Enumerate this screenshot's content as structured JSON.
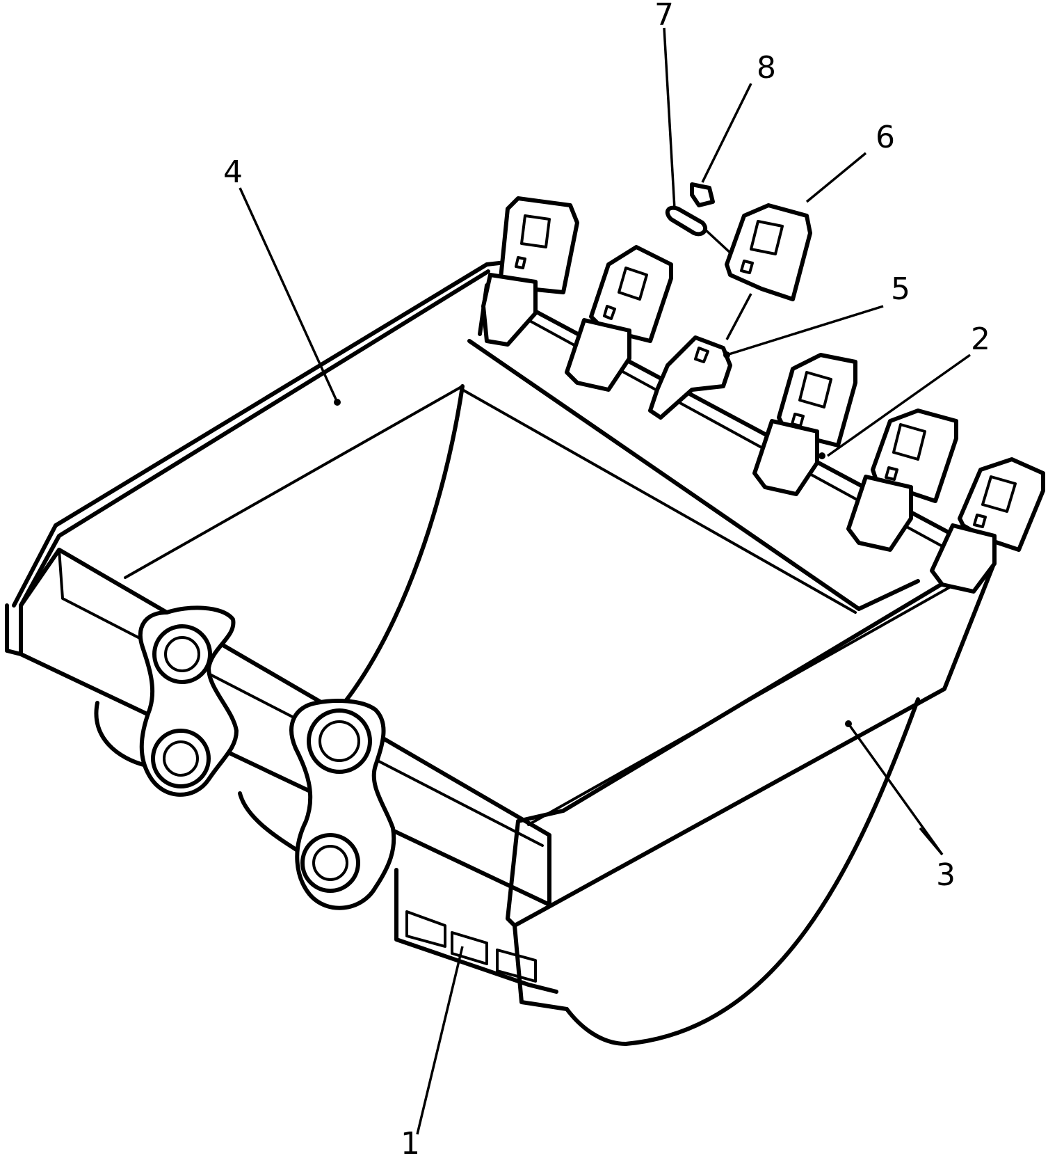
{
  "callouts": [
    {
      "id": "1",
      "label": "1",
      "part": "bucket-bottom"
    },
    {
      "id": "2",
      "label": "2",
      "part": "cutting-edge"
    },
    {
      "id": "3",
      "label": "3",
      "part": "side-plate-right"
    },
    {
      "id": "4",
      "label": "4",
      "part": "side-plate-left"
    },
    {
      "id": "5",
      "label": "5",
      "part": "tooth-adapter"
    },
    {
      "id": "6",
      "label": "6",
      "part": "tooth-point"
    },
    {
      "id": "7",
      "label": "7",
      "part": "lock-pin"
    },
    {
      "id": "8",
      "label": "8",
      "part": "pin-retainer"
    }
  ]
}
